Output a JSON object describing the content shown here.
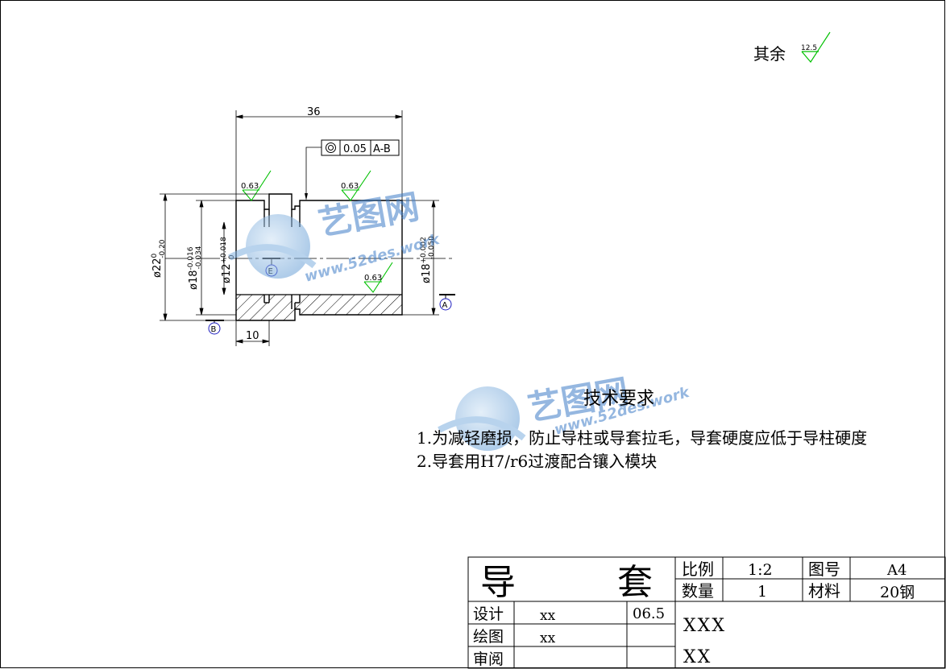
{
  "general_roughness": {
    "label": "其余",
    "value": "12.5"
  },
  "drawing": {
    "overall_length": "36",
    "shoulder_length": "10",
    "tolerance_frame": {
      "symbol": "◎",
      "value": "0.05",
      "datum": "A-B"
    },
    "roughness_marks": [
      "0.63",
      "0.63",
      "0.63"
    ],
    "dimensions": {
      "outer_dia": {
        "text": "ø22",
        "upper": "0",
        "lower": "-0.20"
      },
      "bore_dia": {
        "text": "ø18",
        "upper": "-0.016",
        "lower": "-0.034"
      },
      "inner_dia": {
        "text": "ø12",
        "upper": "+0.018",
        "lower": "0"
      },
      "right_dia": {
        "text": "ø18",
        "upper": "+0.002",
        "lower": "-0.050"
      }
    },
    "datums": {
      "a": "A",
      "b": "B",
      "e": "E"
    }
  },
  "watermark": {
    "brand": "艺图网",
    "url": "www.52des.work"
  },
  "tech_requirements": {
    "title": "技术要求",
    "items": [
      "1.为减轻磨损，防止导柱或导套拉毛，导套硬度应低于导柱硬度",
      "2.导套用H7/r6过渡配合镶入模块"
    ]
  },
  "title_block": {
    "part_name_1": "导",
    "part_name_2": "套",
    "scale_label": "比例",
    "scale_value": "1:2",
    "drawing_no_label": "图号",
    "drawing_no_value": "A4",
    "qty_label": "数量",
    "qty_value": "1",
    "material_label": "材料",
    "material_value": "20钢",
    "design_label": "设计",
    "design_value": "xx",
    "date_value": "06.5",
    "draw_label": "绘图",
    "draw_value": "xx",
    "review_label": "审阅",
    "company": "XXX",
    "company2": "XX"
  }
}
